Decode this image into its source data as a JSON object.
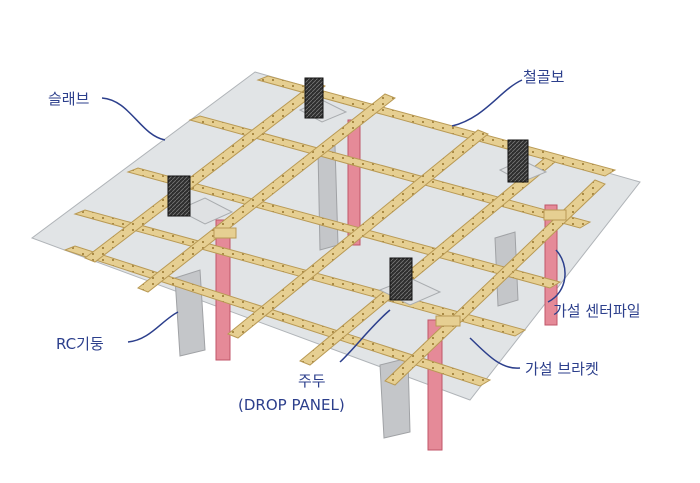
{
  "labels": {
    "slab": "슬래브",
    "steel_beam": "철골보",
    "temp_center_pile": "가설 센터파일",
    "rc_column": "RC기둥",
    "drop_panel_kr": "주두",
    "drop_panel_en": "(DROP PANEL)",
    "temp_bracket": "가설 브라켓"
  },
  "colors": {
    "label": "#2c3f8c",
    "slab": "#c9cdd1",
    "beam": "#e6cf92",
    "beam_edge": "#b99a55",
    "rc_column": "#c4c6c9",
    "pile": "#e58a98",
    "drop_panel": "#3a3a3a"
  }
}
